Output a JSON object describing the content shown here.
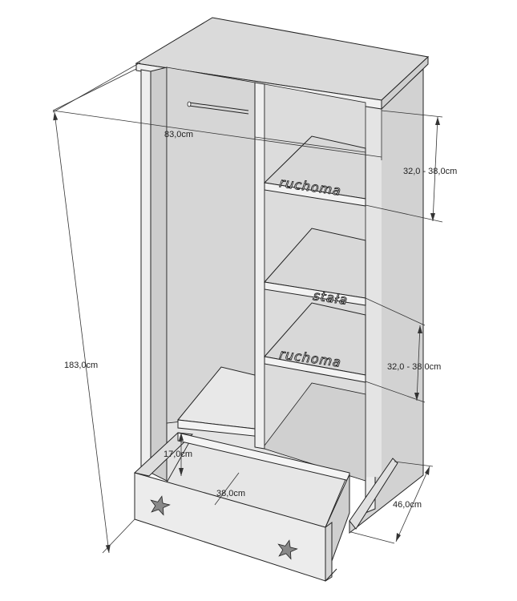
{
  "dimensions": {
    "width": "83,0cm",
    "height": "183,0cm",
    "depth": "46,0cm",
    "shelf_gap_top": "32,0 - 38,0cm",
    "shelf_gap_bottom": "32,0 - 38,0cm",
    "drawer_height": "17,0cm",
    "drawer_depth": "38,0cm"
  },
  "shelf_labels": {
    "top": "ruchoma",
    "middle": "stała",
    "bottom": "ruchoma"
  },
  "colors": {
    "surface_light": "#ececec",
    "surface_mid": "#dcdcdc",
    "surface_dark": "#c8c8c8",
    "edge": "#222222"
  },
  "decor": [
    "star-icon",
    "star-icon"
  ]
}
